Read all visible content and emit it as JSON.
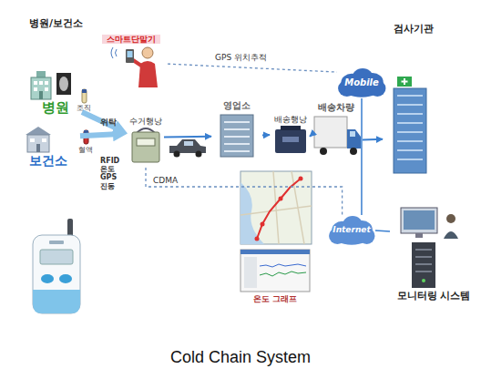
{
  "diagram": {
    "caption": "Cold Chain System",
    "nodes": [
      {
        "text": [
          "병원"
        ]
      },
      {
        "text": [
          "보건소"
        ]
      },
      {
        "text": [
          "스마트단말기"
        ]
      },
      {
        "text": [
          "수거행낭",
          "RFID 온도 GPS 진동"
        ]
      },
      {
        "text": [
          "영업소"
        ]
      },
      {
        "text": [
          "배송행낭"
        ]
      },
      {
        "text": [
          "배송차량"
        ]
      },
      {
        "text": [
          "Mobile"
        ]
      },
      {
        "text": [
          "Internet"
        ]
      },
      {
        "text": [
          "검사기관"
        ]
      },
      {
        "text": [
          "모니터링 시스템"
        ]
      },
      {
        "text": [
          "온도 그래프"
        ]
      }
    ],
    "edges": [
      {
        "from": 0,
        "to": 3,
        "label": "위탁",
        "arrow": "to"
      },
      {
        "from": 1,
        "to": 3,
        "arrow": "to"
      },
      {
        "from": 3,
        "to": 4,
        "arrow": "to"
      },
      {
        "from": 4,
        "to": 5,
        "arrow": "to"
      },
      {
        "from": 5,
        "to": 6,
        "arrow": "to"
      },
      {
        "from": 6,
        "to": 9,
        "arrow": "to"
      },
      {
        "from": 2,
        "to": 7,
        "label": "GPS 위치추적",
        "arrow": "none"
      },
      {
        "from": 3,
        "to": 8,
        "label": "CDMA",
        "arrow": "none"
      },
      {
        "from": 7,
        "to": 8,
        "arrow": "none"
      },
      {
        "from": 8,
        "to": 10,
        "arrow": "none"
      }
    ],
    "labels": [
      "병원/보건소",
      "조직",
      "혈액"
    ]
  }
}
